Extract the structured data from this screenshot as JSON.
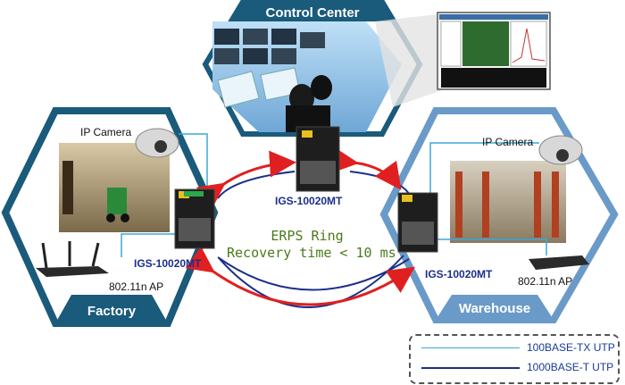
{
  "hexagons": {
    "control_center": "Control Center",
    "factory": "Factory",
    "warehouse": "Warehouse"
  },
  "devices": {
    "switch_model": "IGS-10020MT",
    "camera_label": "IP Camera",
    "ap_label": "802.11n AP"
  },
  "ring": {
    "line1": "ERPS Ring",
    "line2": "Recovery time < 10 ms"
  },
  "legend": [
    {
      "label": "100BASE-TX UTP",
      "color": "#3aa8d8"
    },
    {
      "label": "1000BASE-T UTP",
      "color": "#1a2f8a"
    }
  ],
  "colors": {
    "hex_border": "#1a5a7a",
    "hex_fill": "#ffffff",
    "hex_title_band": "#1a5a7a",
    "warehouse_band": "#6a9ac8",
    "ring_arrow": "#e02020"
  }
}
